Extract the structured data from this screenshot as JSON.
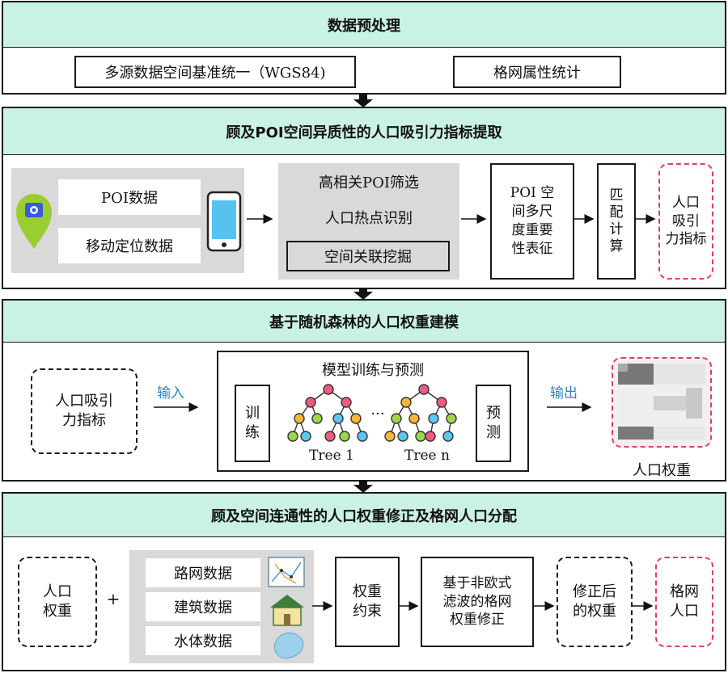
{
  "stage1": {
    "title": "数据预处理",
    "item_a": "多源数据空间基准统一（WGS84)",
    "item_b": "格网属性统计"
  },
  "stage2": {
    "title": "顾及POI空间异质性的人口吸引力指标提取",
    "input_poi": "POI数据",
    "input_mobile": "移动定位数据",
    "filter": "高相关POI筛选",
    "hotspot": "人口热点识别",
    "assoc": "空间关联挖掘",
    "multiscale": "POI 空\n间多尺\n度重要\n性表征",
    "match": "匹\n配\n计\n算",
    "output": "人口\n吸引\n力指标"
  },
  "stage3": {
    "title": "基于随机森林的人口权重建模",
    "input": "人口吸引\n力指标",
    "input_label": "输入",
    "model_title": "模型训练与预测",
    "train": "训\n练",
    "predict": "预\n测",
    "tree1": "Tree 1",
    "treen": "Tree n",
    "ellipsis": "···",
    "output_label": "输出",
    "output_caption": "人口权重"
  },
  "stage4": {
    "title": "顾及空间连通性的人口权重修正及格网人口分配",
    "weight": "人口\n权重",
    "plus": "+",
    "road": "路网数据",
    "building": "建筑数据",
    "water": "水体数据",
    "constraint": "权重\n约束",
    "correction": "基于非欧式\n滤波的格网\n权重修正",
    "corrected": "修正后\n的权重",
    "grid_pop": "格网\n人口"
  },
  "colors": {
    "band": "#c9f2e3",
    "gray_panel": "#d9d9d9",
    "accent_red": "#e0405a",
    "label_blue": "#2e86c1"
  }
}
